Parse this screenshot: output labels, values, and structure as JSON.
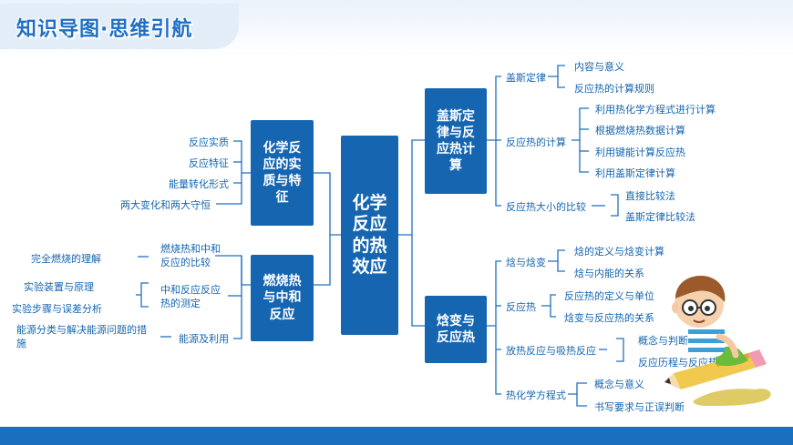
{
  "header": {
    "title": "知识导图·思维引航"
  },
  "center": {
    "label": "化学反应的热效应"
  },
  "left": {
    "essence": {
      "label": "化学反应的实质与特征",
      "items": [
        "反应实质",
        "反应特征",
        "能量转化形式",
        "两大变化和两大守恒"
      ]
    },
    "combustion": {
      "label": "燃烧热与中和反应",
      "groups": [
        {
          "label": "燃烧热和中和反应的比较",
          "items": [
            "完全燃烧的理解"
          ]
        },
        {
          "label": "中和反应反应热的测定",
          "items": [
            "实验装置与原理",
            "实验步骤与误差分析"
          ]
        },
        {
          "label": "能源及利用",
          "items": [
            "能源分类与解决能源问题的措施"
          ]
        }
      ]
    }
  },
  "right": {
    "hess": {
      "label": "盖斯定律与反应热计算",
      "groups": [
        {
          "label": "盖斯定律",
          "items": [
            "内容与意义",
            "反应热的计算规则"
          ]
        },
        {
          "label": "反应热的计算",
          "items": [
            "利用热化学方程式进行计算",
            "根据燃烧热数据计算",
            "利用键能计算反应热",
            "利用盖斯定律计算"
          ]
        },
        {
          "label": "反应热大小的比较",
          "items": [
            "直接比较法",
            "盖斯定律比较法"
          ]
        }
      ]
    },
    "enthalpy": {
      "label": "焓变与反应热",
      "groups": [
        {
          "label": "焓与焓变",
          "items": [
            "焓的定义与焓变计算",
            "焓与内能的关系"
          ]
        },
        {
          "label": "反应热",
          "items": [
            "反应热的定义与单位",
            "焓变与反应热的关系"
          ]
        },
        {
          "label": "放热反应与吸热反应",
          "items": [
            "概念与判断方法",
            "反应历程与反应热的关系"
          ]
        },
        {
          "label": "热化学方程式",
          "items": [
            "概念与意义",
            "书写要求与正误判断"
          ]
        }
      ]
    }
  },
  "colors": {
    "box": "#1565b0",
    "line": "#1f6fc4",
    "bottom_bar": "#1a6fbf",
    "title": "#1f6fc4"
  }
}
